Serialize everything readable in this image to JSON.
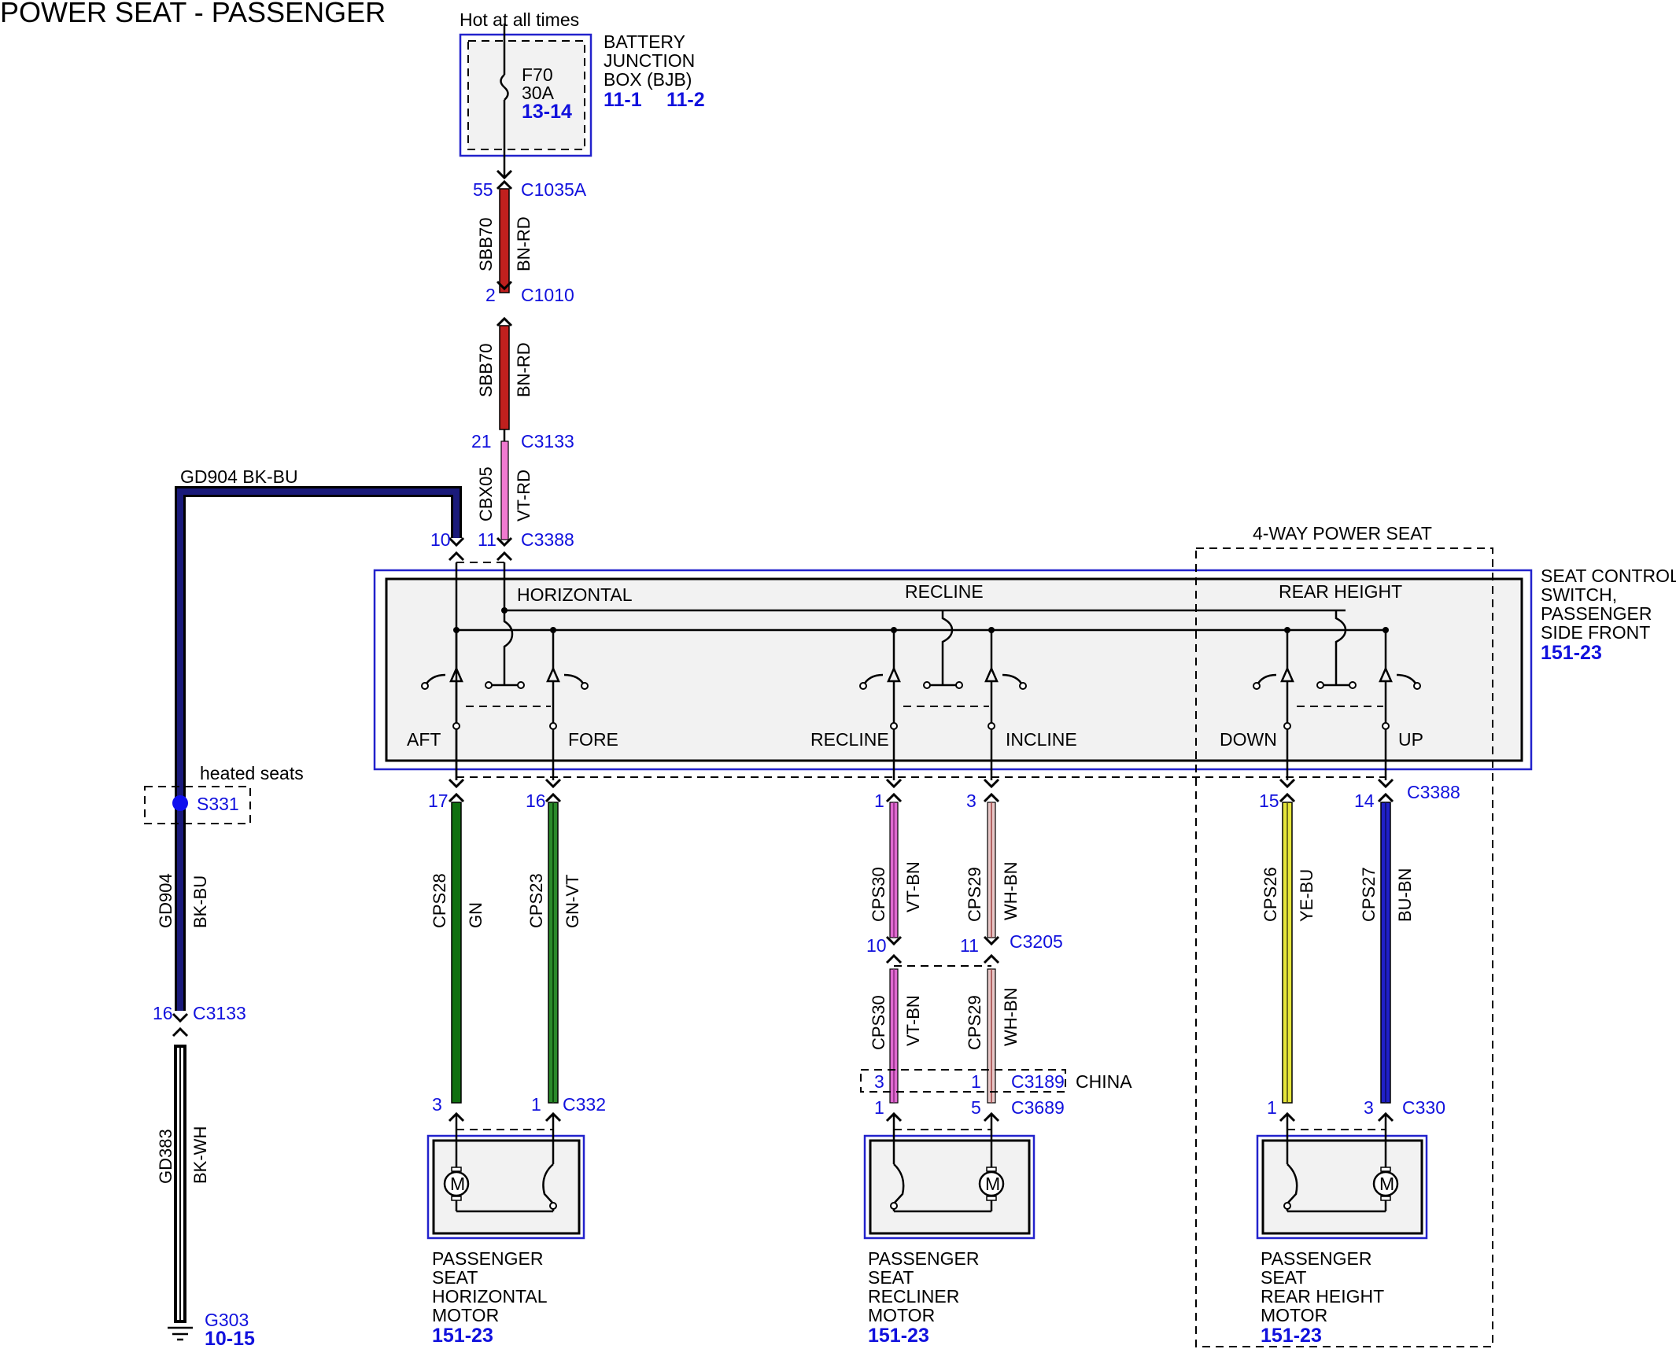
{
  "title": "POWER SEAT - PASSENGER",
  "power_note": "Hot at all times",
  "bjb": {
    "line1": "BATTERY",
    "line2": "JUNCTION",
    "line3": "BOX (BJB)",
    "ref1": "11-1",
    "ref2": "11-2",
    "fuse_name": "F70",
    "fuse_rating": "30A",
    "fuse_ref": "13-14"
  },
  "connectors": {
    "c1035a": {
      "pin": "55",
      "name": "C1035A"
    },
    "c1010": {
      "pin": "2",
      "name": "C1010"
    },
    "c3133_top": {
      "pin": "21",
      "name": "C3133"
    },
    "c3388_top": {
      "pin10": "10",
      "pin11": "11",
      "name": "C3388"
    },
    "c3388_bottom": {
      "p17": "17",
      "p16": "16",
      "p1": "1",
      "p3": "3",
      "p15": "15",
      "p14": "14",
      "name": "C3388"
    },
    "c3133_left": {
      "pin": "16",
      "name": "C3133"
    },
    "c3205": {
      "p10": "10",
      "p11": "11",
      "name": "C3205"
    },
    "c3189": {
      "p3": "3",
      "p1": "1",
      "name": "C3189"
    },
    "c3689": {
      "p1": "1",
      "p5": "5",
      "name": "C3689"
    },
    "c332": {
      "p3": "3",
      "p1": "1",
      "name": "C332"
    },
    "c330": {
      "p1": "1",
      "p3": "3",
      "name": "C330"
    }
  },
  "wires": {
    "sbb70_a": {
      "circuit": "SBB70",
      "color": "BN-RD"
    },
    "sbb70_b": {
      "circuit": "SBB70",
      "color": "BN-RD"
    },
    "cbx05": {
      "circuit": "CBX05",
      "color": "VT-RD"
    },
    "gd904_top": "GD904 BK-BU",
    "gd904_v": {
      "circuit": "GD904",
      "color": "BK-BU"
    },
    "gd383": {
      "circuit": "GD383",
      "color": "BK-WH"
    },
    "cps28": {
      "circuit": "CPS28",
      "color": "GN"
    },
    "cps23": {
      "circuit": "CPS23",
      "color": "GN-VT"
    },
    "cps30_a": {
      "circuit": "CPS30",
      "color": "VT-BN"
    },
    "cps29_a": {
      "circuit": "CPS29",
      "color": "WH-BN"
    },
    "cps30_b": {
      "circuit": "CPS30",
      "color": "VT-BN"
    },
    "cps29_b": {
      "circuit": "CPS29",
      "color": "WH-BN"
    },
    "cps26": {
      "circuit": "CPS26",
      "color": "YE-BU"
    },
    "cps27": {
      "circuit": "CPS27",
      "color": "BU-BN"
    }
  },
  "splice": {
    "name": "S331",
    "note": "heated seats"
  },
  "ground": {
    "name": "G303",
    "ref": "10-15"
  },
  "four_way": "4-WAY POWER SEAT",
  "china": "CHINA",
  "switch": {
    "line1": "SEAT CONTROL",
    "line2": "SWITCH,",
    "line3": "PASSENGER",
    "line4": "SIDE FRONT",
    "ref": "151-23",
    "horizontal": "HORIZONTAL",
    "recline_title": "RECLINE",
    "rear_height": "REAR HEIGHT",
    "aft": "AFT",
    "fore": "FORE",
    "recline": "RECLINE",
    "incline": "INCLINE",
    "down": "DOWN",
    "up": "UP"
  },
  "motors": {
    "horizontal": {
      "l1": "PASSENGER",
      "l2": "SEAT",
      "l3": "HORIZONTAL",
      "l4": "MOTOR",
      "ref": "151-23",
      "symbol": "M"
    },
    "recliner": {
      "l1": "PASSENGER",
      "l2": "SEAT",
      "l3": "RECLINER",
      "l4": "MOTOR",
      "ref": "151-23",
      "symbol": "M"
    },
    "rear_height": {
      "l1": "PASSENGER",
      "l2": "SEAT",
      "l3": "REAR HEIGHT",
      "l4": "MOTOR",
      "ref": "151-23",
      "symbol": "M"
    }
  },
  "wire_colors": {
    "bn_rd": "#c0201e",
    "vt_rd": "#f07ad0",
    "bk_bu": "#1a1a7a",
    "gn": "#107010",
    "gn_vt": "#2a8a2a",
    "vt_bn": "#e06ad0",
    "wh_bn": "#e8c8c8",
    "ye_bu": "#e6e63a",
    "bu_bn": "#2020c8"
  }
}
